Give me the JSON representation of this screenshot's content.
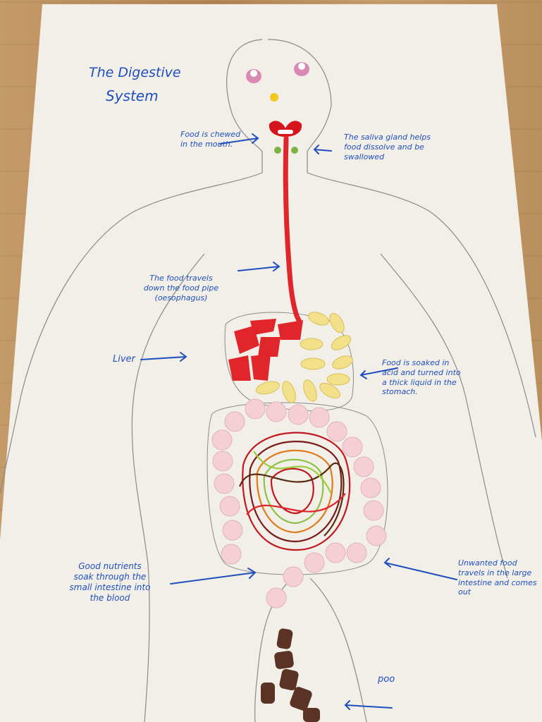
{
  "title_line1": "The Digestive",
  "title_line2": "System",
  "notes": {
    "chewed": "Food is chewed in the mouth.",
    "saliva": "The saliva gland helps food dissolve and be swallowed",
    "oesophagus": "The food travels down the food pipe (oesophagus)",
    "liver": "Liver",
    "stomach": "Food is soaked in acid and turned into a thick liquid in the stomach.",
    "small_intestine": "Good nutrients soak through the small intestine into the blood",
    "large_intestine": "Unwanted food travels in the large intestine and comes out",
    "poo": "poo"
  },
  "colors": {
    "ink": "#1f4fbf",
    "pencil": "#8a8a8a",
    "poster": "#f1efe8",
    "gummy_red": "#e0252b",
    "banana": "#f3e08a",
    "marshmallow": "#f4cfd6",
    "chocolate": "#5a3324"
  }
}
